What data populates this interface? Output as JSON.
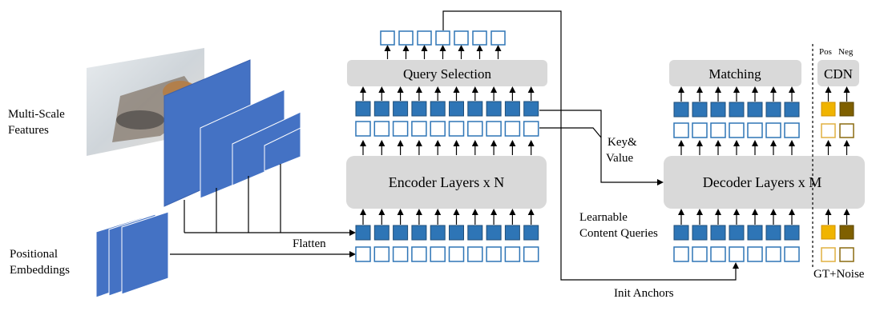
{
  "labels": {
    "multi_scale_line1": "Multi-Scale",
    "multi_scale_line2": "Features",
    "positional_line1": "Positional",
    "positional_line2": "Embeddings",
    "flatten": "Flatten",
    "query_selection": "Query Selection",
    "encoder_layers": "Encoder Layers x N",
    "key_value_line1": "Key&",
    "key_value_line2": "Value",
    "matching": "Matching",
    "decoder_layers": "Decoder Layers x M",
    "learnable_line1": "Learnable",
    "learnable_line2": "Content Queries",
    "init_anchors": "Init Anchors",
    "cdn": "CDN",
    "pos": "Pos",
    "neg": "Neg",
    "gt_noise": "GT+Noise"
  },
  "token_counts": {
    "encoder": 10,
    "selected_queries": 7,
    "decoder": 7
  },
  "colors": {
    "box_fill": "#d9d9d9",
    "token_fill": "#2e75b6",
    "token_outline": "#2e75b6",
    "feature_map": "#4472c4",
    "pos_token": "#f0b400",
    "neg_token": "#7f6000",
    "pos_outline": "#e0b040",
    "neg_outline": "#8b6b10"
  },
  "icons": {
    "input_image": "dog-photo-image"
  }
}
